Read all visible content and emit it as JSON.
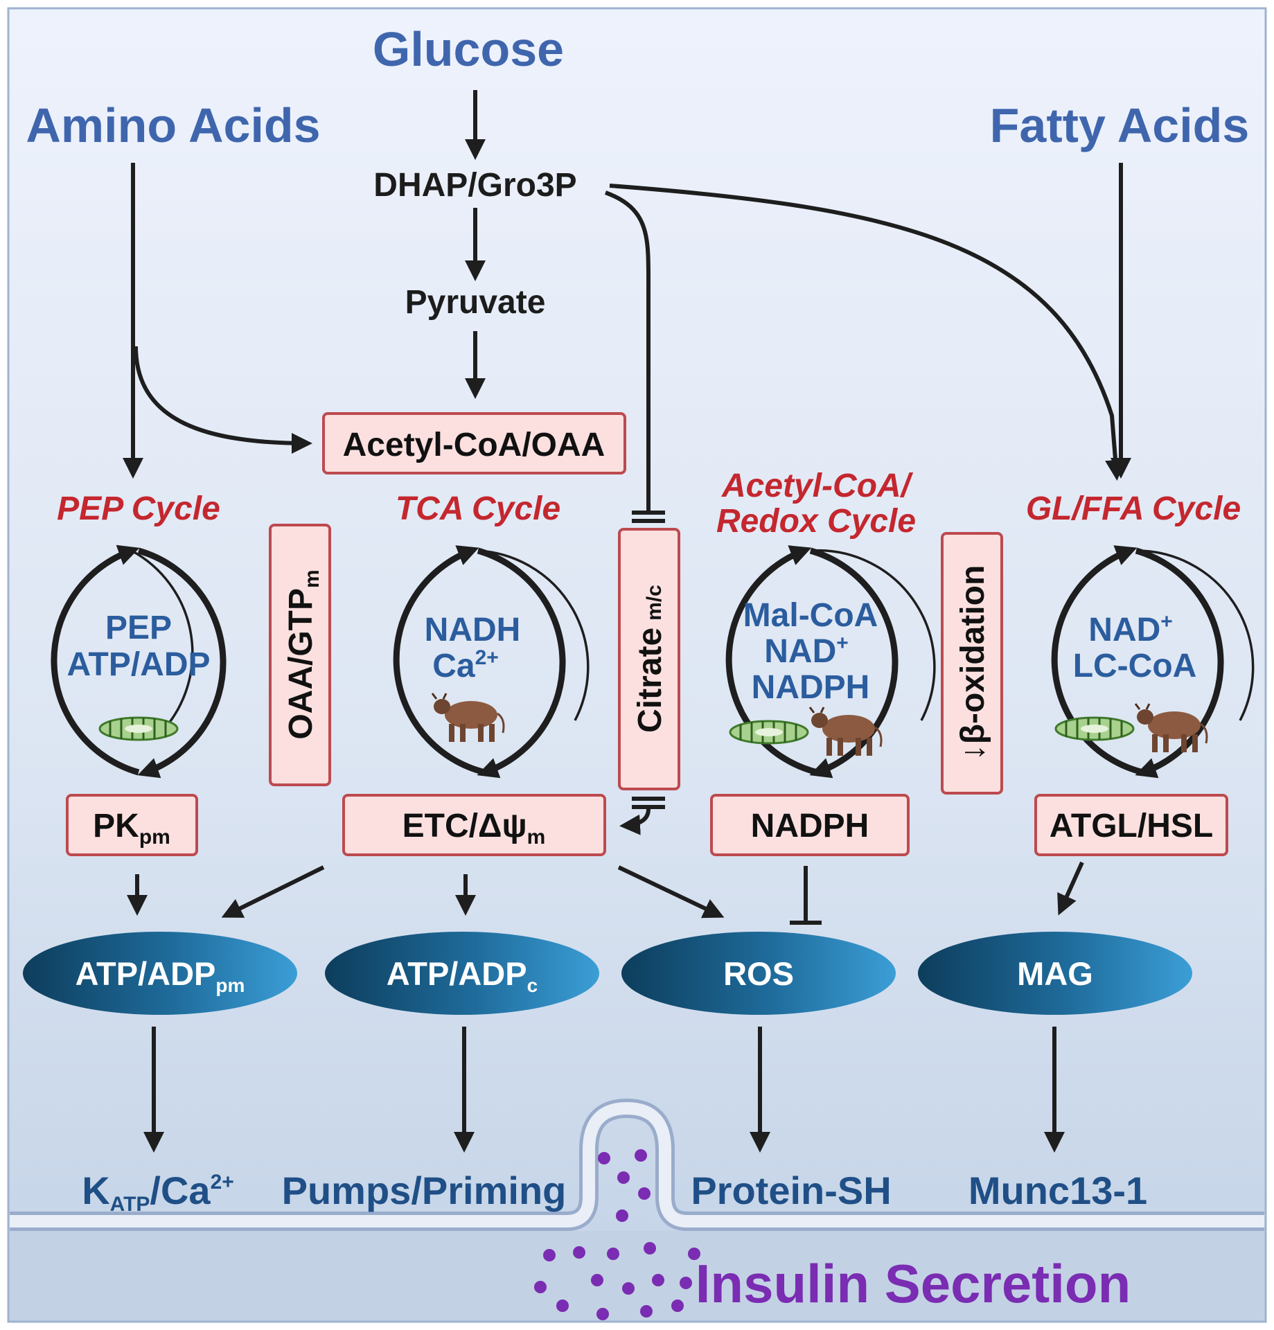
{
  "sources": {
    "glucose": "Glucose",
    "amino_acids": "Amino Acids",
    "fatty_acids": "Fatty Acids"
  },
  "intermediates": {
    "dhap": "DHAP/Gro3P",
    "pyruvate": "Pyruvate",
    "acetyl_oaa": "Acetyl-CoA/OAA"
  },
  "cycles": {
    "pep": {
      "title": "PEP Cycle",
      "lines": [
        "PEP",
        "ATP/ADP"
      ]
    },
    "tca": {
      "title": "TCA Cycle",
      "line1": "NADH",
      "ca": "Ca",
      "ca_sup": "2+"
    },
    "redox": {
      "title_line1": "Acetyl-CoA/",
      "title_line2": "Redox Cycle",
      "line1": "Mal-CoA",
      "nad": "NAD",
      "nad_sup": "+",
      "line3": "NADPH"
    },
    "glffa": {
      "title": "GL/FFA Cycle",
      "nad": "NAD",
      "nad_sup": "+",
      "line2": "LC-CoA"
    }
  },
  "vertical_boxes": {
    "oaa_gtp": {
      "main": "OAA/GTP",
      "sub": "m"
    },
    "citrate": {
      "main": "Citrate",
      "sub": "m/c"
    },
    "beta_ox": {
      "arrow": "↓",
      "main": "β-oxidation"
    }
  },
  "output_boxes": {
    "pk": {
      "main": "PK",
      "sub": "pm"
    },
    "etc": {
      "main": "ETC/Δψ",
      "sub": "m"
    },
    "nadph": "NADPH",
    "atgl": "ATGL/HSL"
  },
  "ovals": {
    "atp_pm": {
      "main": "ATP/ADP",
      "sub": "pm"
    },
    "atp_c": {
      "main": "ATP/ADP",
      "sub": "c"
    },
    "ros": "ROS",
    "mag": "MAG"
  },
  "effectors": {
    "katp": {
      "k": "K",
      "k_sub": "ATP",
      "rest": "/Ca",
      "sup": "2+"
    },
    "pumps": "Pumps/Priming",
    "protein_sh": "Protein-SH",
    "munc": "Munc13-1"
  },
  "insulin": "Insulin Secretion",
  "colors": {
    "source_blue": "#3f66ad",
    "cycle_red": "#c4272e",
    "box_fill": "#fbe0df",
    "box_stroke": "#bd4a4f",
    "oval_dark": "#0d3d5c",
    "oval_light": "#3b9ed6",
    "granule_purple": "#7a2cb2"
  },
  "icons": [
    "caterpillar-icon",
    "cow-icon"
  ]
}
